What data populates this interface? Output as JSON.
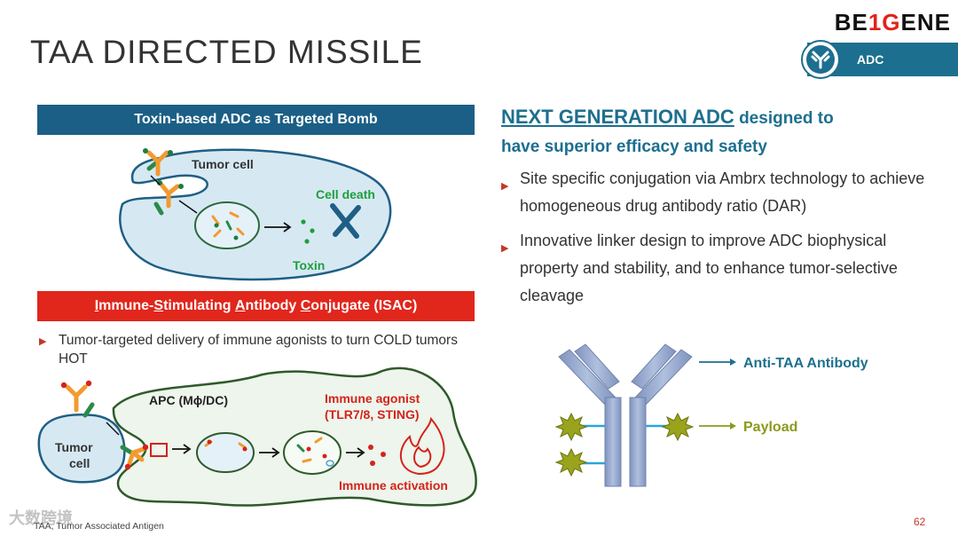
{
  "header": {
    "title": "TAA DIRECTED MISSILE",
    "logo_a": "BE",
    "logo_b": "1G",
    "logo_c": "ENE",
    "tab_label": "ADC",
    "tab_icon": "antibody-icon"
  },
  "left_panel": {
    "toxin_banner": "Toxin-based ADC as Targeted Bomb",
    "toxin_diagram": {
      "tumor_cell_label": "Tumor cell",
      "cell_death_label": "Cell death",
      "toxin_label": "Toxin"
    },
    "isac_banner": {
      "w1a": "I",
      "w1b": "mmune-",
      "w2a": "S",
      "w2b": "timulating ",
      "w3a": "A",
      "w3b": "ntibody ",
      "w4a": "C",
      "w4b": "onjugate (ISAC)"
    },
    "isac_bullet": "Tumor-targeted delivery of immune agonists to turn COLD tumors HOT",
    "isac_diagram": {
      "apc_label": "APC (Mϕ/DC)",
      "tumor_label_1": "Tumor",
      "tumor_label_2": "cell",
      "agonist_label_1": "Immune agonist",
      "agonist_label_2": "(TLR7/8, STING)",
      "activation_label": "Immune activation"
    }
  },
  "right_panel": {
    "heading_underlined": "NEXT GENERATION ADC",
    "heading_rest_1": " designed to",
    "heading_rest_2": "have superior efficacy and safety",
    "bullets": [
      "Site specific conjugation via Ambrx technology to achieve homogeneous drug antibody ratio (DAR)",
      "Innovative linker design to improve ADC biophysical property and stability, and to enhance tumor-selective cleavage"
    ],
    "antibody_label": "Anti-TAA Antibody",
    "payload_label": "Payload"
  },
  "footer": {
    "footnote": "TAA, Tumor Associated Antigen",
    "page_number": "62",
    "watermark": "大数跨境"
  },
  "colors": {
    "brand_blue": "#1d6f8f",
    "banner_blue": "#1b5f86",
    "banner_red": "#e1261c",
    "cell_fill": "#d6e9f3",
    "cell_stroke": "#1f5f85",
    "apc_fill": "#edf5ec",
    "apc_stroke": "#2f5a2a",
    "green_text": "#1e9e3c",
    "red_text": "#d4231b",
    "payload_olive": "#8b9a1c",
    "antibody_grey": "#8ea2c8"
  }
}
